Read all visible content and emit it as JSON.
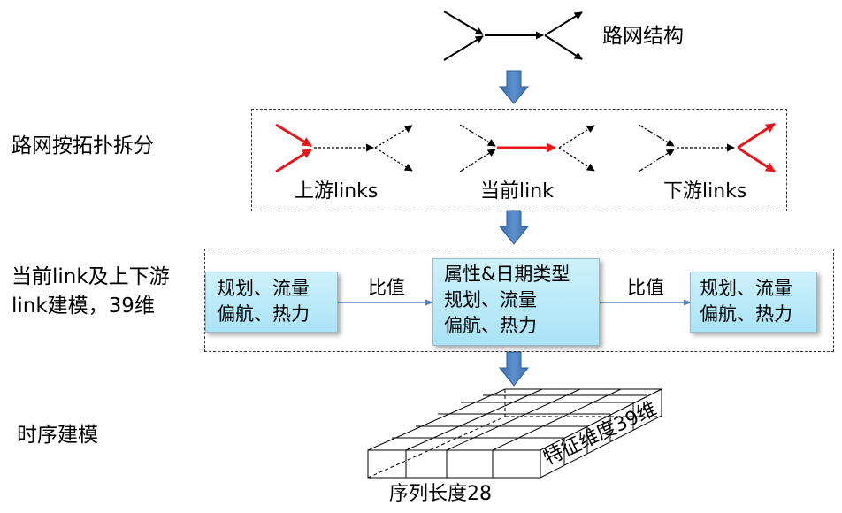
{
  "top": {
    "road_structure": "路网结构"
  },
  "stage_labels": {
    "split": "路网按拓扑拆分",
    "model_line1": "当前link及上下游",
    "model_line2": "link建模，39维",
    "temporal": "时序建模"
  },
  "split_panel": {
    "upstream": "上游links",
    "current": "当前link",
    "downstream": "下游links"
  },
  "feature_panel": {
    "left_box": [
      "规划、流量",
      "偏航、热力"
    ],
    "center_box": [
      "属性&日期类型",
      "规划、流量",
      "偏航、热力"
    ],
    "right_box": [
      "规划、流量",
      "偏航、热力"
    ],
    "left_ratio": "比值",
    "right_ratio": "比值"
  },
  "tensor": {
    "sequence_length": "序列长度28",
    "feature_dim": "特征维度39维"
  },
  "colors": {
    "highlight": "#e8151b",
    "down_arrow": "#4f81bd",
    "ratio_arrow": "#4f81bd",
    "box_fill": "#b7e8f8"
  }
}
